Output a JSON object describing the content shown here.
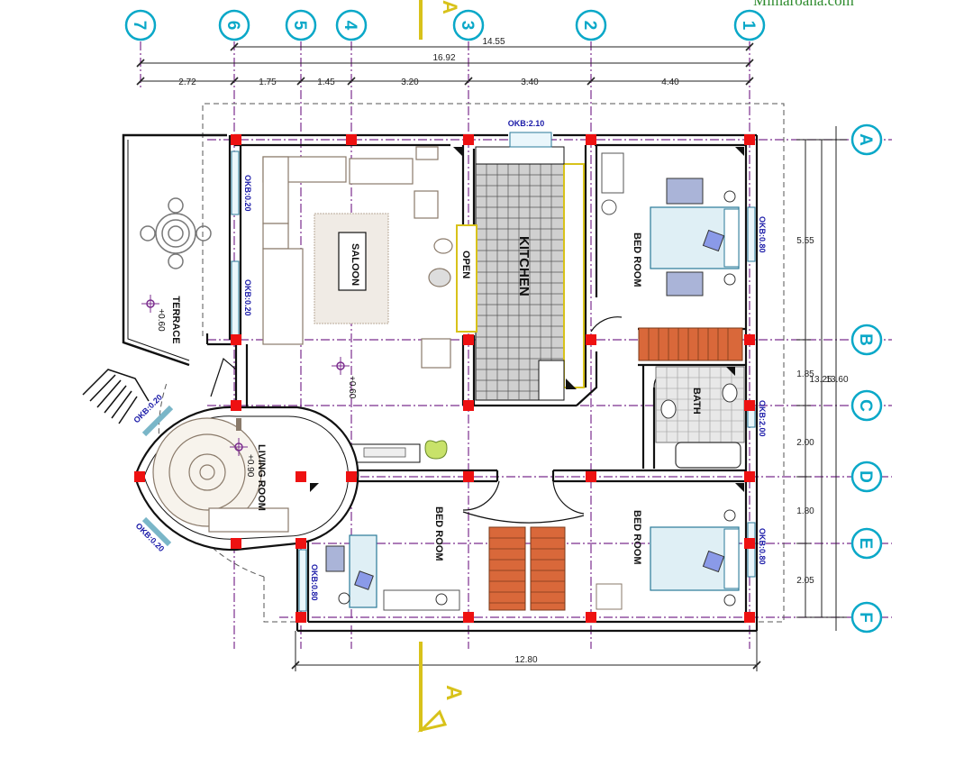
{
  "site": {
    "watermark": "Mimaroana.com"
  },
  "colors": {
    "wall": "#111111",
    "column": "#ee1111",
    "grid_axis": "#7b2d8e",
    "grid_bubble": "#0aa8c8",
    "window_label": "#1a1aa8",
    "section_marker": "#d8c21a",
    "stair_wood": "#d9683a",
    "watermark": "#2e8b2e"
  },
  "grid_axes": {
    "vertical": [
      "7",
      "6",
      "5",
      "4",
      "3",
      "2",
      "1"
    ],
    "horizontal": [
      "A",
      "B",
      "C",
      "D",
      "E",
      "F"
    ]
  },
  "dimensions": {
    "top_overall_a": "14.55",
    "top_overall_b": "16.92",
    "top_segments": [
      "2.72",
      "1.75",
      "1.45",
      "3.20",
      "3.40",
      "4.40"
    ],
    "bottom_overall": "12.80",
    "right_segments": [
      "5.55",
      "1.85",
      "2.00",
      "1.80",
      "2.05"
    ],
    "right_overall_a": "13.25",
    "right_overall_b": "13.60"
  },
  "rooms": {
    "saloon": "SALOON",
    "kitchen": "KITCHEN",
    "open": "OPEN",
    "bedroom_ne": "BED ROOM",
    "bath": "BATH",
    "bedroom_se": "BED ROOM",
    "bedroom_s": "BED ROOM",
    "living": "LIVING ROOM",
    "terrace": "TERRACE"
  },
  "levels": {
    "terrace": "+0.60",
    "hall": "+0.60",
    "living": "+0.90"
  },
  "windows": {
    "kitchen_top": "OKB:2.10",
    "saloon_left_top": "OKB:0.20",
    "saloon_left_bottom": "OKB:0.20",
    "bed_ne_right": "OKB:0.80",
    "bath_right": "OKB:2.00",
    "bed_se_right": "OKB:0.80",
    "bed_s_left": "OKB:0.80",
    "living_top": "OKB:0.20",
    "living_bottom": "OKB:0.20"
  },
  "section": {
    "mark_top": "A",
    "mark_bottom": "A"
  }
}
